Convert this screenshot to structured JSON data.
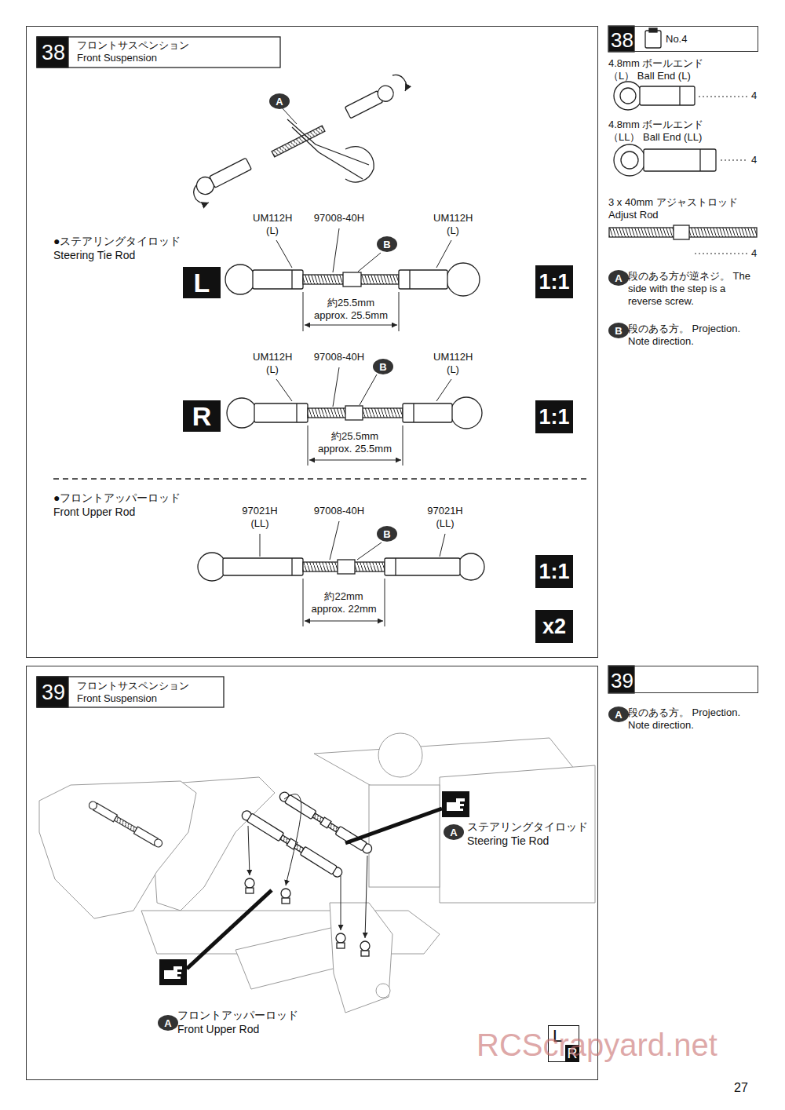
{
  "diagram": {
    "nodes": [
      {
        "text": [
          "38",
          "フロントサスペンション Front Suspension"
        ]
      },
      {
        "text": [
          "L"
        ],
        "in": 0
      },
      {
        "text": [
          "1:1"
        ],
        "in": 0
      },
      {
        "text": [
          "R"
        ],
        "in": 0
      },
      {
        "text": [
          "1:1"
        ],
        "in": 0
      },
      {
        "text": [
          "1:1"
        ],
        "in": 0
      },
      {
        "text": [
          "x2"
        ],
        "in": 0
      },
      {
        "text": [
          "A"
        ],
        "in": 0
      },
      {
        "text": [
          "B"
        ],
        "in": 0
      },
      {
        "text": [
          "B"
        ],
        "in": 0
      },
      {
        "text": [
          "B"
        ],
        "in": 0
      },
      {
        "text": [
          "38",
          "No.4"
        ]
      },
      {
        "text": [
          "A"
        ]
      },
      {
        "text": [
          "B"
        ]
      },
      {
        "text": [
          "39",
          "フロントサスペンション Front Suspension"
        ]
      },
      {
        "text": [
          "A"
        ],
        "in": 14
      },
      {
        "text": [
          "A"
        ],
        "in": 14
      },
      {
        "text": [
          "L",
          "R"
        ],
        "in": 14
      },
      {
        "text": [
          "39"
        ]
      },
      {
        "text": [
          "A"
        ]
      }
    ],
    "labels": [
      "●ステアリングタイロッド Steering Tie Rod",
      "UM112H (L)",
      "97008-40H",
      "UM112H (L)",
      "約25.5mm approx. 25.5mm",
      "UM112H (L)",
      "97008-40H",
      "UM112H (L)",
      "約25.5mm approx. 25.5mm",
      "●フロントアッパーロッド Front Upper Rod",
      "97021H (LL)",
      "97008-40H",
      "97021H (LL)",
      "約22mm approx. 22mm",
      "4.8mm ボールエンド（L） Ball End (L)",
      "4",
      "4.8mm ボールエンド（LL） Ball End (LL)",
      "4",
      "3 x 40mm アジャストロッド Adjust Rod",
      "4",
      "段のある方が逆ネジ。 The side with the step is a reverse screw.",
      "段のある方。 Projection. Note direction.",
      "ステアリングタイロッド Steering Tie Rod",
      "フロントアッパーロッド Front Upper Rod",
      "段のある方。 Projection. Note direction.",
      "RCScrapyard.net",
      "27"
    ]
  }
}
